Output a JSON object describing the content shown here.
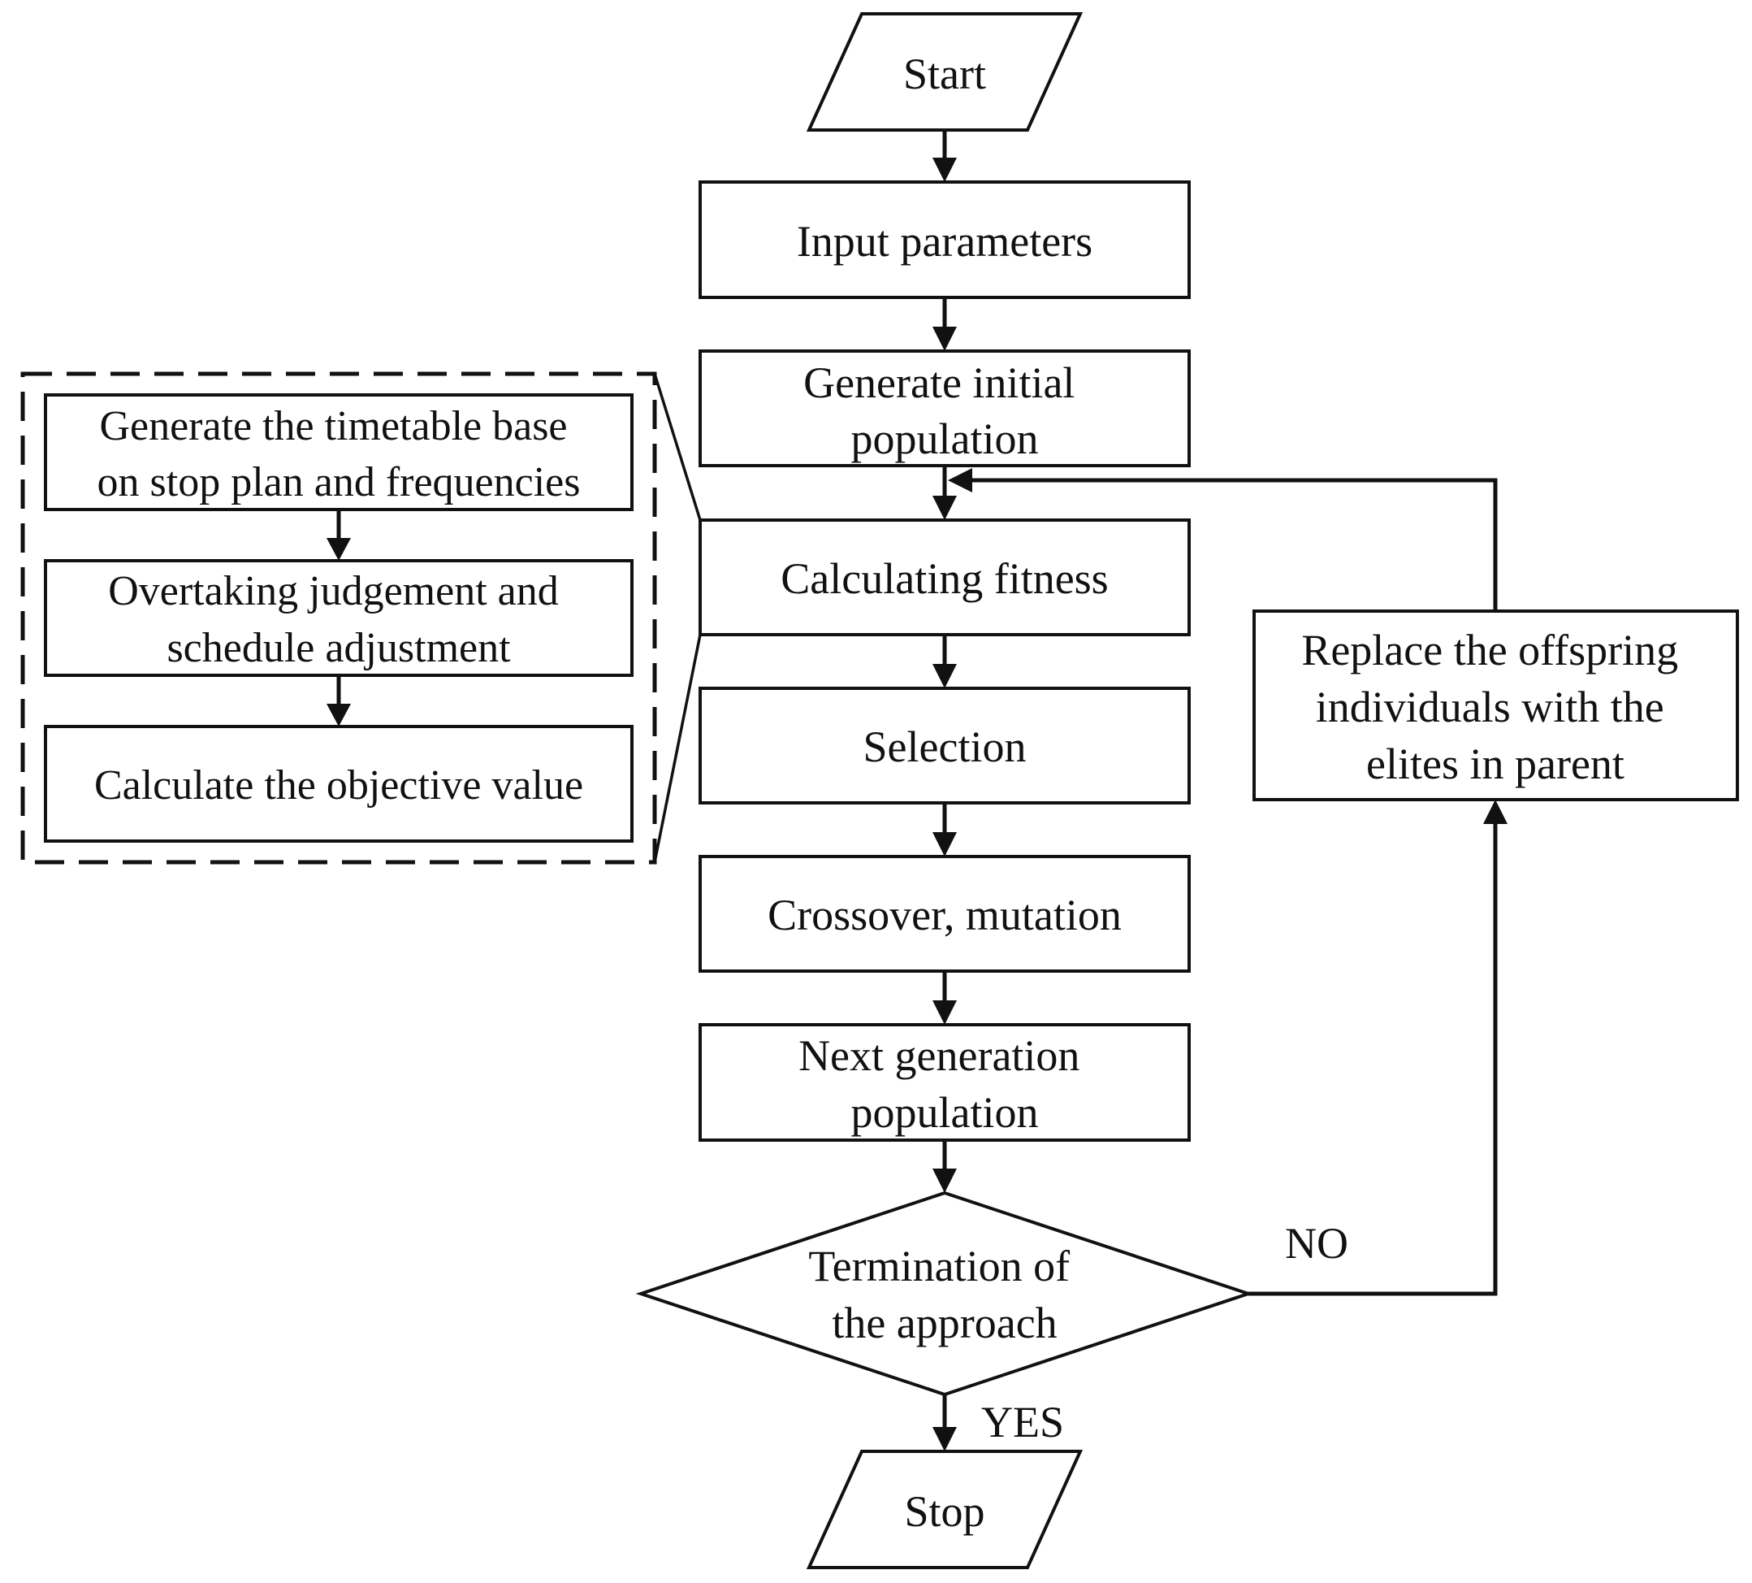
{
  "diagram": {
    "nodes": {
      "start": {
        "lines": [
          "Start"
        ]
      },
      "input": {
        "lines": [
          "Input parameters"
        ]
      },
      "init_pop": {
        "lines": [
          "Generate initial",
          "population"
        ]
      },
      "fitness": {
        "lines": [
          "Calculating fitness"
        ]
      },
      "selection": {
        "lines": [
          "Selection"
        ]
      },
      "crossover": {
        "lines": [
          "Crossover, mutation"
        ]
      },
      "next_gen": {
        "lines": [
          "Next generation",
          "population"
        ]
      },
      "termination": {
        "lines": [
          "Termination of",
          "the approach"
        ]
      },
      "stop": {
        "lines": [
          "Stop"
        ]
      },
      "replace": {
        "lines": [
          "Replace the offspring",
          "individuals with the",
          "elites in parent"
        ]
      },
      "sub_generate": {
        "lines": [
          "Generate the timetable base",
          "on stop plan and frequencies"
        ]
      },
      "sub_overtaking": {
        "lines": [
          "Overtaking judgement and",
          "schedule adjustment"
        ]
      },
      "sub_objective": {
        "lines": [
          "Calculate the objective value"
        ]
      }
    },
    "edge_labels": {
      "no": "NO",
      "yes": "YES"
    },
    "edges": [
      {
        "from": "start",
        "to": "input"
      },
      {
        "from": "input",
        "to": "init_pop"
      },
      {
        "from": "init_pop",
        "to": "fitness"
      },
      {
        "from": "fitness",
        "to": "selection"
      },
      {
        "from": "selection",
        "to": "crossover"
      },
      {
        "from": "crossover",
        "to": "next_gen"
      },
      {
        "from": "next_gen",
        "to": "termination"
      },
      {
        "from": "termination",
        "to": "stop",
        "label": "YES"
      },
      {
        "from": "termination",
        "to": "replace",
        "label": "NO"
      },
      {
        "from": "replace",
        "to": "fitness"
      },
      {
        "from": "sub_generate",
        "to": "sub_overtaking"
      },
      {
        "from": "sub_overtaking",
        "to": "sub_objective"
      }
    ]
  }
}
